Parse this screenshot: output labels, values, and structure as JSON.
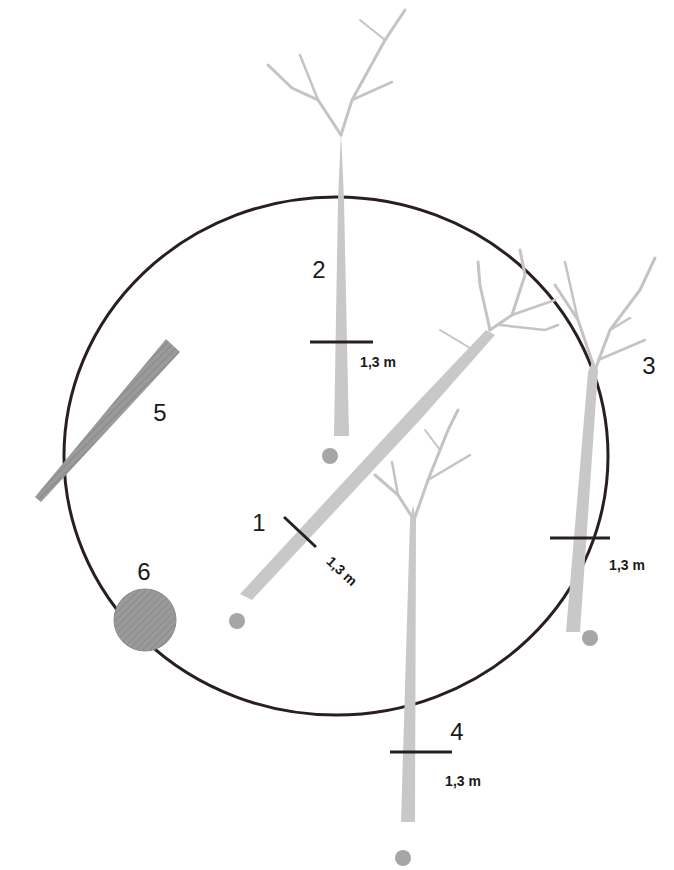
{
  "diagram": {
    "labels": [
      "2",
      "1,3 m",
      "5",
      "1",
      "1,3 m",
      "3",
      "1,3 m",
      "6",
      "4",
      "1,3 m"
    ]
  }
}
